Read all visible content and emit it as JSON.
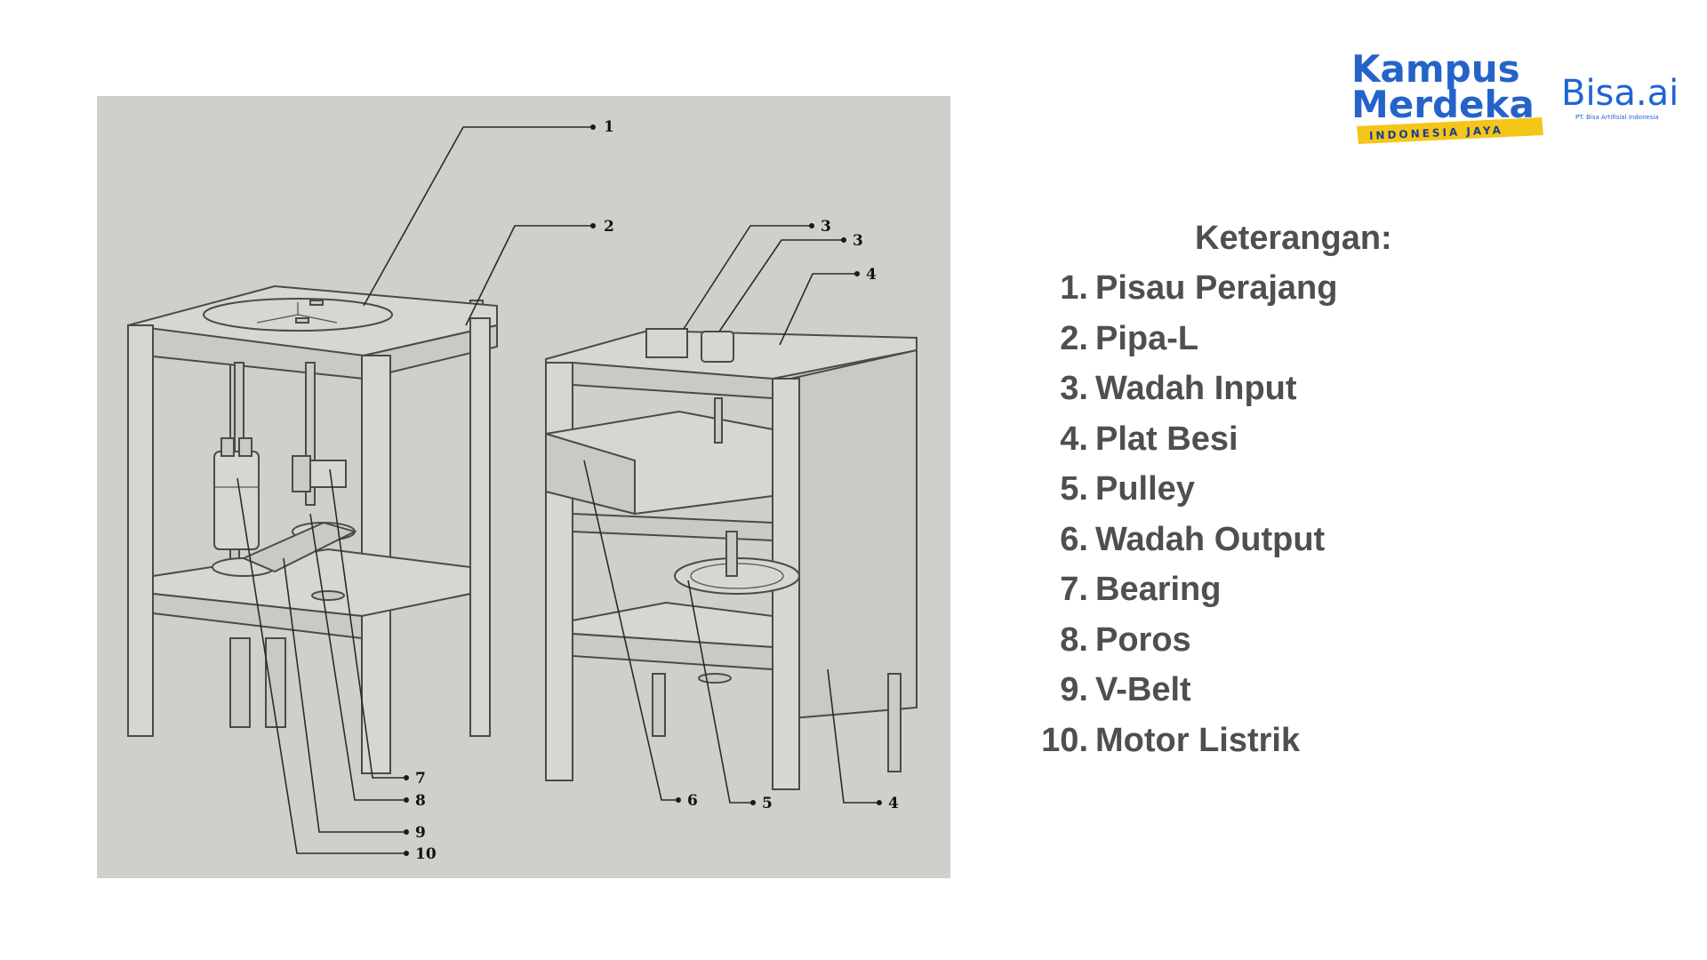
{
  "figure": {
    "callouts": [
      "1",
      "2",
      "3",
      "3",
      "4",
      "4",
      "5",
      "6",
      "7",
      "8",
      "9",
      "10"
    ]
  },
  "logos": {
    "kampus_line1": "Kampus",
    "kampus_line2": "Merdeka",
    "kampus_tagline": "INDONESIA JAYA",
    "bisa_name": "Bisa.ai",
    "bisa_sub": "PT. Bisa Artifisial Indonesia"
  },
  "legend": {
    "title": "Keterangan:",
    "items": [
      {
        "n": "1.",
        "label": "Pisau Perajang"
      },
      {
        "n": "2.",
        "label": "Pipa-L"
      },
      {
        "n": "3.",
        "label": "Wadah Input"
      },
      {
        "n": "4.",
        "label": "Plat Besi"
      },
      {
        "n": "5.",
        "label": "Pulley"
      },
      {
        "n": "6.",
        "label": "Wadah Output"
      },
      {
        "n": "7.",
        "label": "Bearing"
      },
      {
        "n": "8.",
        "label": "Poros"
      },
      {
        "n": "9.",
        "label": "V-Belt"
      },
      {
        "n": "10.",
        "label": "Motor Listrik"
      }
    ]
  },
  "colors": {
    "figure_background": "#cfcfcb",
    "legend_text": "#4f4f4f",
    "kampus_blue": "#2463c9",
    "kampus_yellow": "#f5c518",
    "bisa_blue": "#1f63d6"
  }
}
